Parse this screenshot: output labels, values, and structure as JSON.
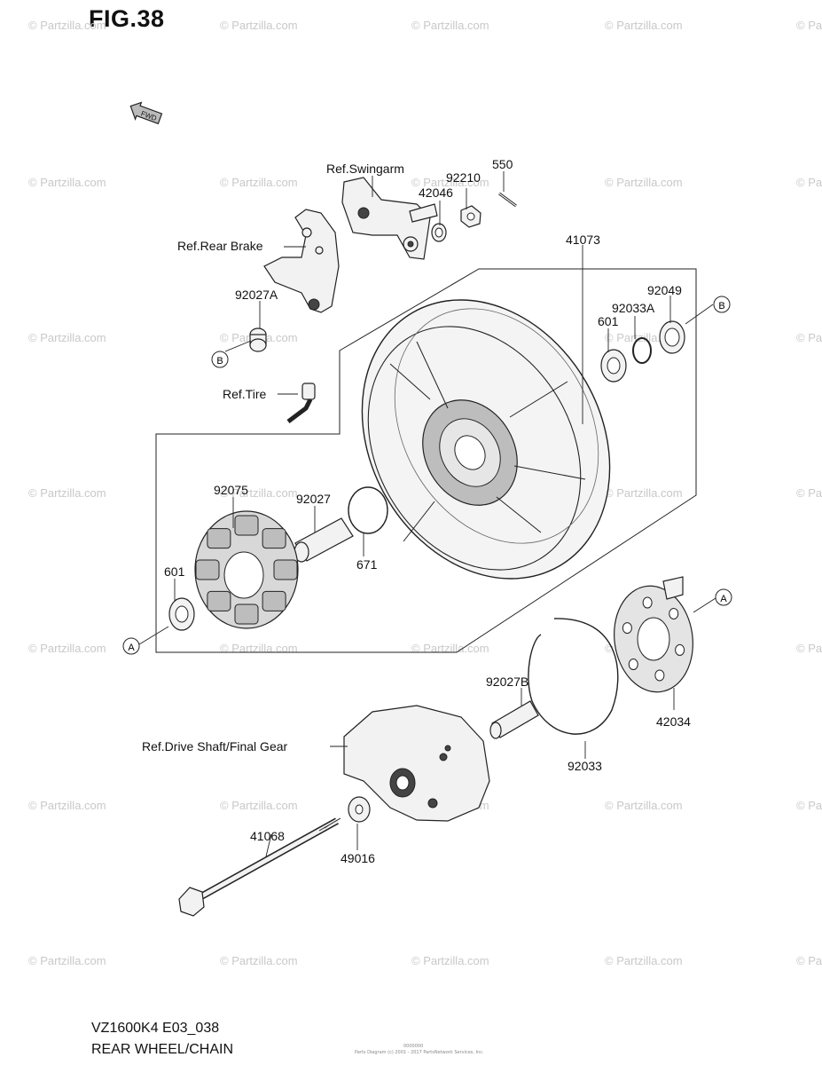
{
  "figure": {
    "title": "FIG.38",
    "model_code": "VZ1600K4 E03_038",
    "section_name": "REAR WHEEL/CHAIN",
    "copyright_code": "0000000",
    "copyright_line": "Parts Diagram (c) 2001 - 2017 PartsNetwork Services, Inc."
  },
  "watermark": "© Partzilla.com",
  "fwd_label": "FWD",
  "part_labels": {
    "p41073": "41073",
    "p92049": "92049",
    "p92033A": "92033A",
    "p601_right": "601",
    "p550": "550",
    "p92210": "92210",
    "p42046": "42046",
    "p92027A": "92027A",
    "p92075": "92075",
    "p92027": "92027",
    "p671": "671",
    "p601_left": "601",
    "p92027B": "92027B",
    "p42034": "42034",
    "p92033": "92033",
    "p41068": "41068",
    "p49016": "49016"
  },
  "ref_labels": {
    "swingarm": "Ref.Swingarm",
    "rear_brake": "Ref.Rear Brake",
    "tire": "Ref.Tire",
    "drive_shaft": "Ref.Drive Shaft/Final Gear"
  },
  "callouts": {
    "a": "A",
    "b": "B"
  }
}
